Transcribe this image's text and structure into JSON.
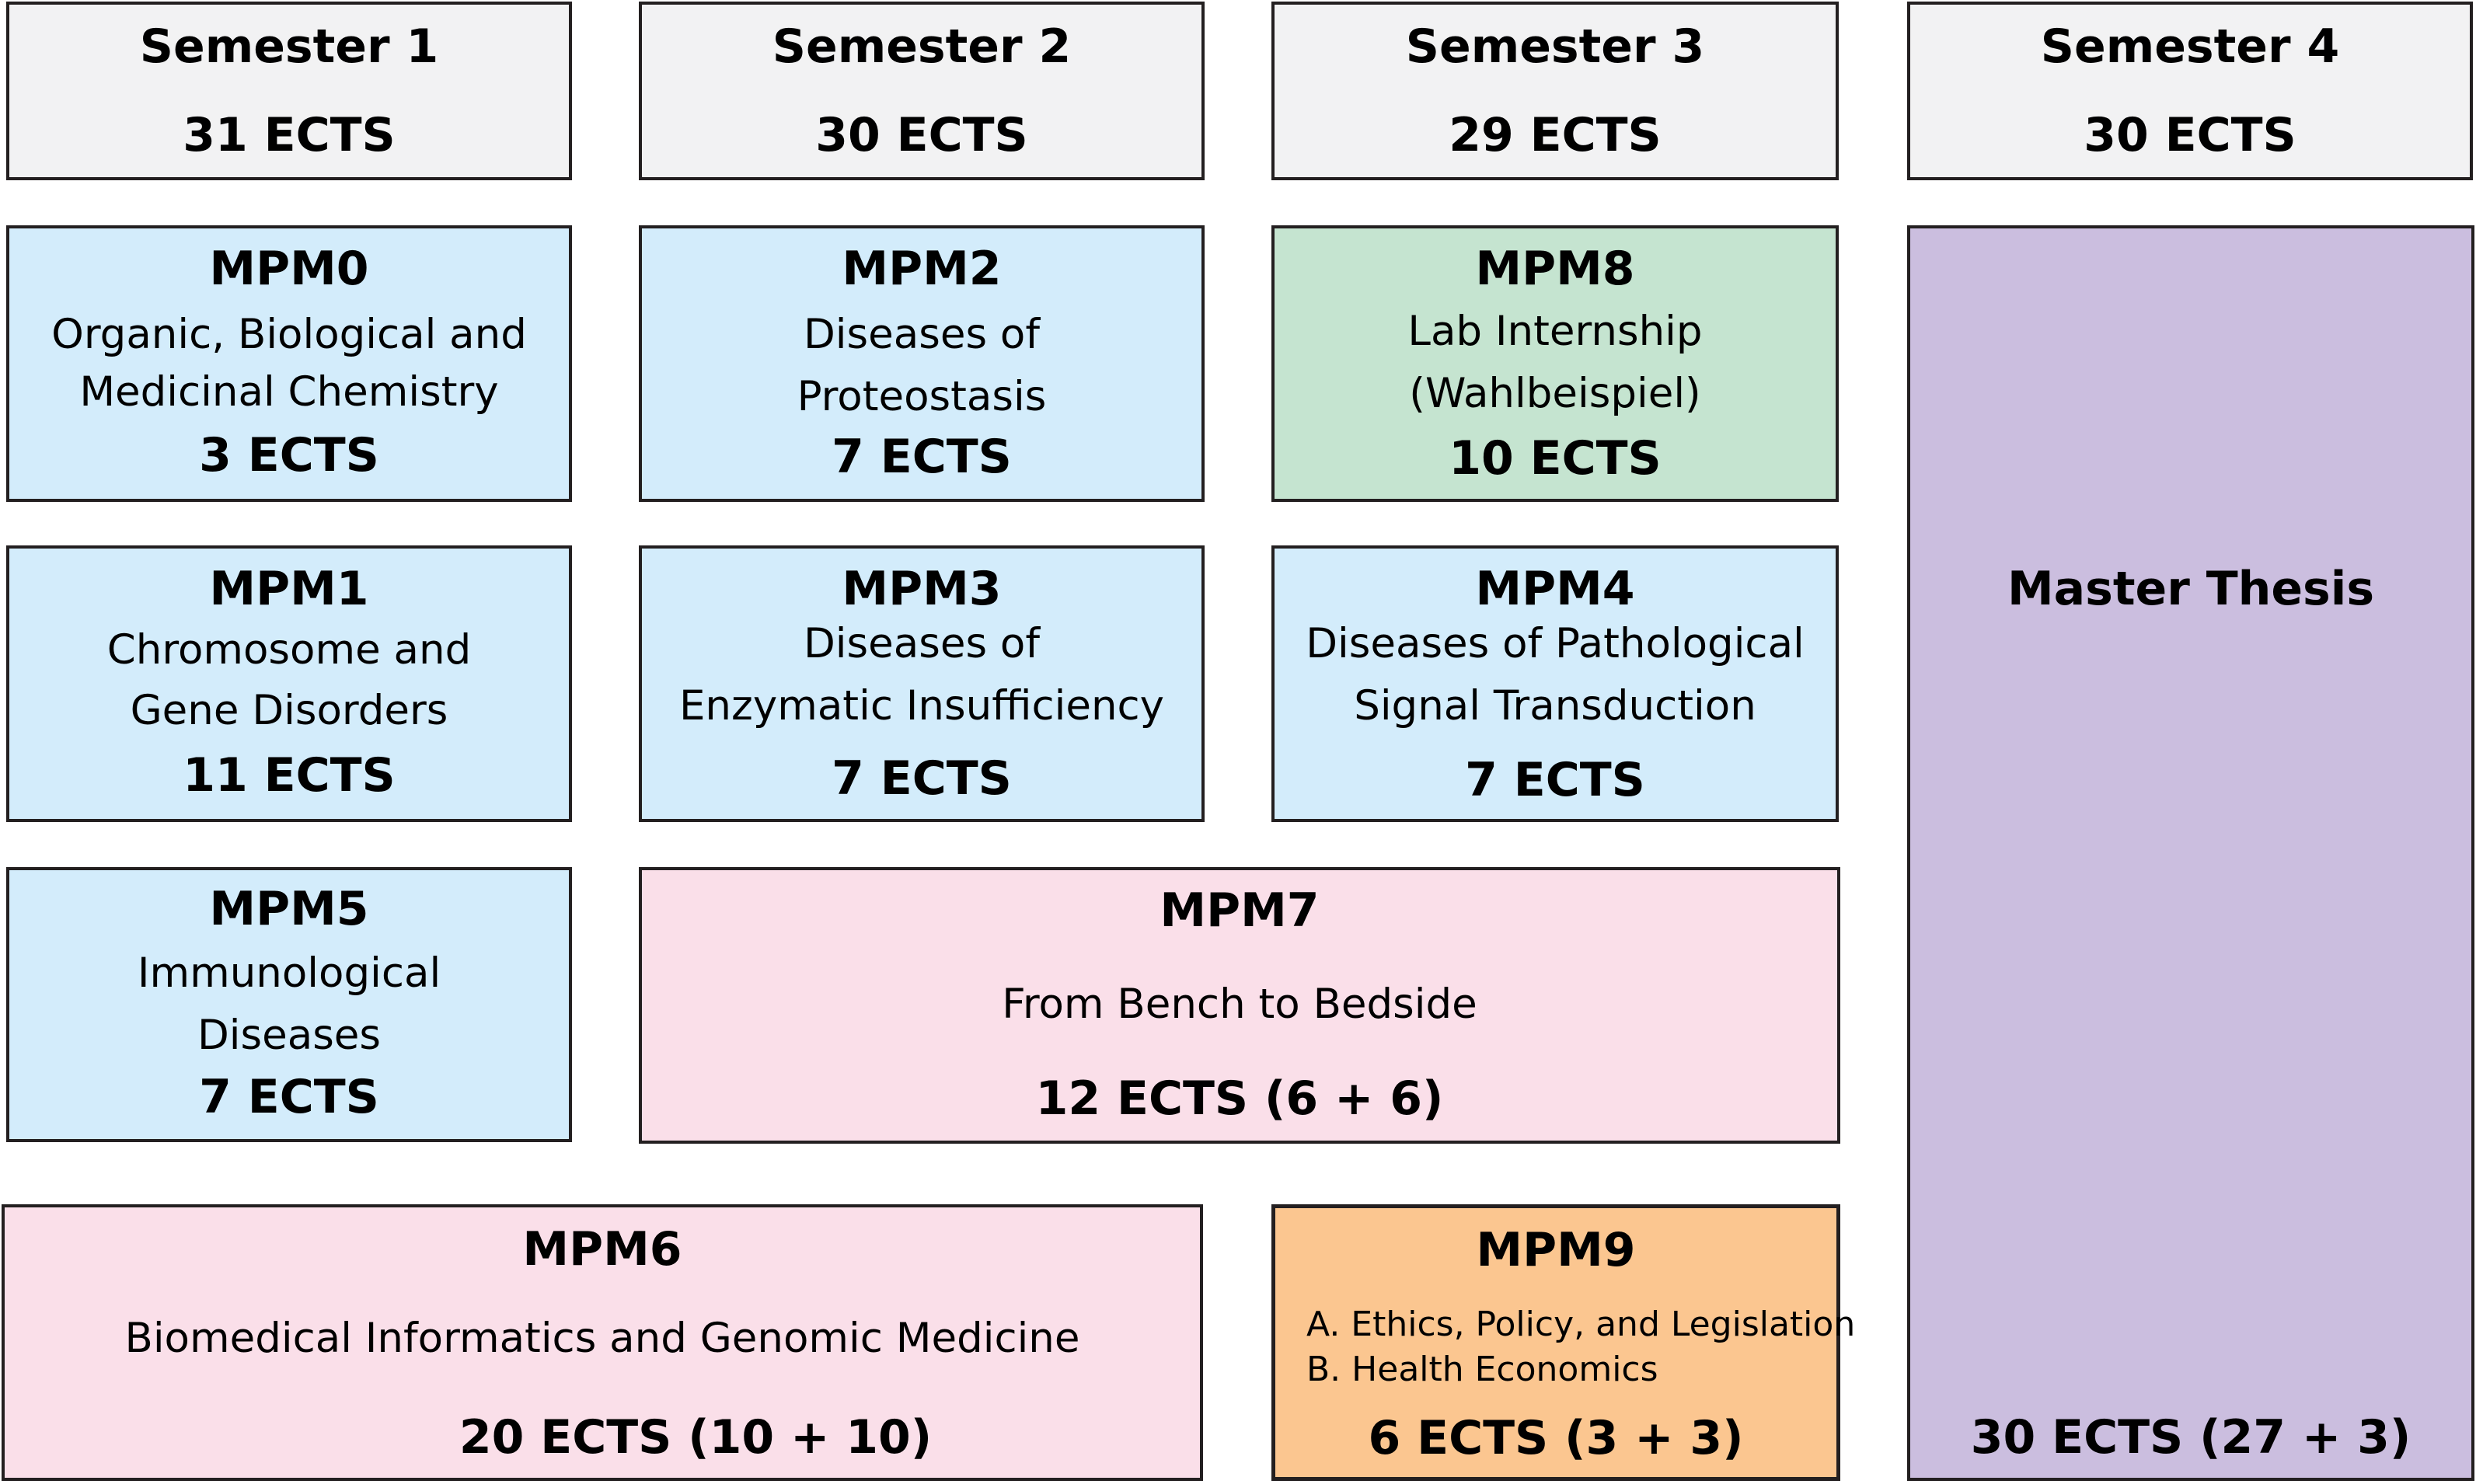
{
  "semesters": [
    {
      "title": "Semester 1",
      "ects": "31 ECTS"
    },
    {
      "title": "Semester 2",
      "ects": "30 ECTS"
    },
    {
      "title": "Semester 3",
      "ects": "29 ECTS"
    },
    {
      "title": "Semester 4",
      "ects": "30 ECTS"
    }
  ],
  "modules": {
    "mpm0": {
      "code": "MPM0",
      "line1": "Organic, Biological and",
      "line2": "Medicinal Chemistry",
      "ects": "3 ECTS"
    },
    "mpm1": {
      "code": "MPM1",
      "line1": "Chromosome and",
      "line2": "Gene Disorders",
      "ects": "11 ECTS"
    },
    "mpm2": {
      "code": "MPM2",
      "line1": "Diseases of",
      "line2": "Proteostasis",
      "ects": "7 ECTS"
    },
    "mpm3": {
      "code": "MPM3",
      "line1": "Diseases of",
      "line2": "Enzymatic Insufficiency",
      "ects": "7 ECTS"
    },
    "mpm4": {
      "code": "MPM4",
      "line1": "Diseases of Pathological",
      "line2": "Signal Transduction",
      "ects": "7 ECTS"
    },
    "mpm5": {
      "code": "MPM5",
      "line1": "Immunological",
      "line2": "Diseases",
      "ects": "7 ECTS"
    },
    "mpm6": {
      "code": "MPM6",
      "line1": "Biomedical Informatics and Genomic Medicine",
      "ects": "20 ECTS (10 + 10)"
    },
    "mpm7": {
      "code": "MPM7",
      "line1": "From Bench to Bedside",
      "ects": "12 ECTS (6 + 6)"
    },
    "mpm8": {
      "code": "MPM8",
      "line1": "Lab Internship",
      "line2": "(Wahlbeispiel)",
      "ects": "10 ECTS"
    },
    "mpm9": {
      "code": "MPM9",
      "line1": "A. Ethics, Policy, and Legislation",
      "line2": "B. Health Economics",
      "ects": "6 ECTS (3 + 3)"
    }
  },
  "thesis": {
    "title": "Master Thesis",
    "ects": "30 ECTS (27 + 3)"
  },
  "colors": {
    "header": "#f2f2f3",
    "core_module": "#d3ecfb",
    "internship": "#c5e4d0",
    "split_module": "#fadfe9",
    "elective": "#fbc690",
    "thesis": "#cbbedf",
    "border": "#231f20"
  }
}
